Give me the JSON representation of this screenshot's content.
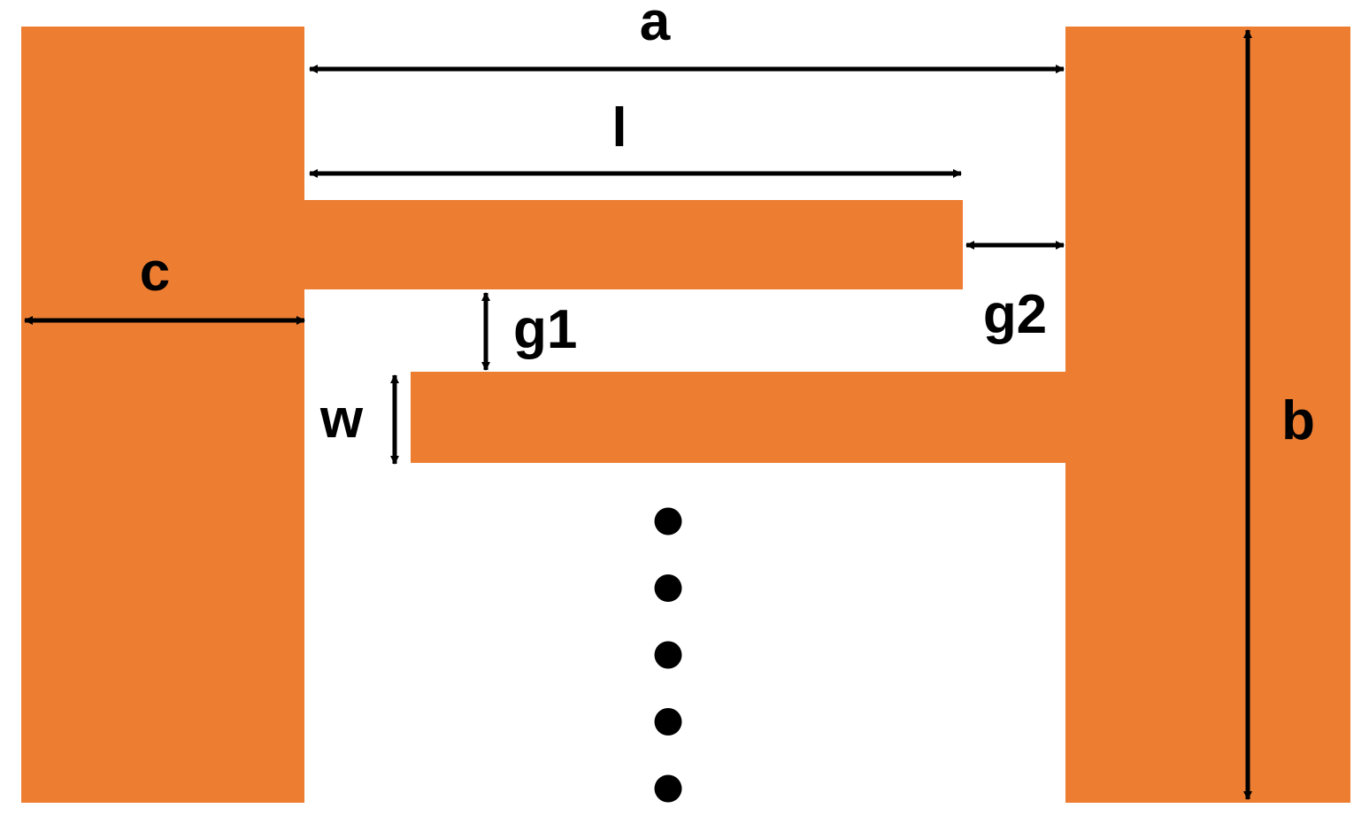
{
  "colors": {
    "metal": "#ED7D31",
    "annotation": "#000000",
    "background": "#FFFFFF"
  },
  "labels": {
    "a": "a",
    "b": "b",
    "c": "c",
    "l": "l",
    "w": "w",
    "g1": "g1",
    "g2": "g2"
  },
  "continuation_dots": 5
}
